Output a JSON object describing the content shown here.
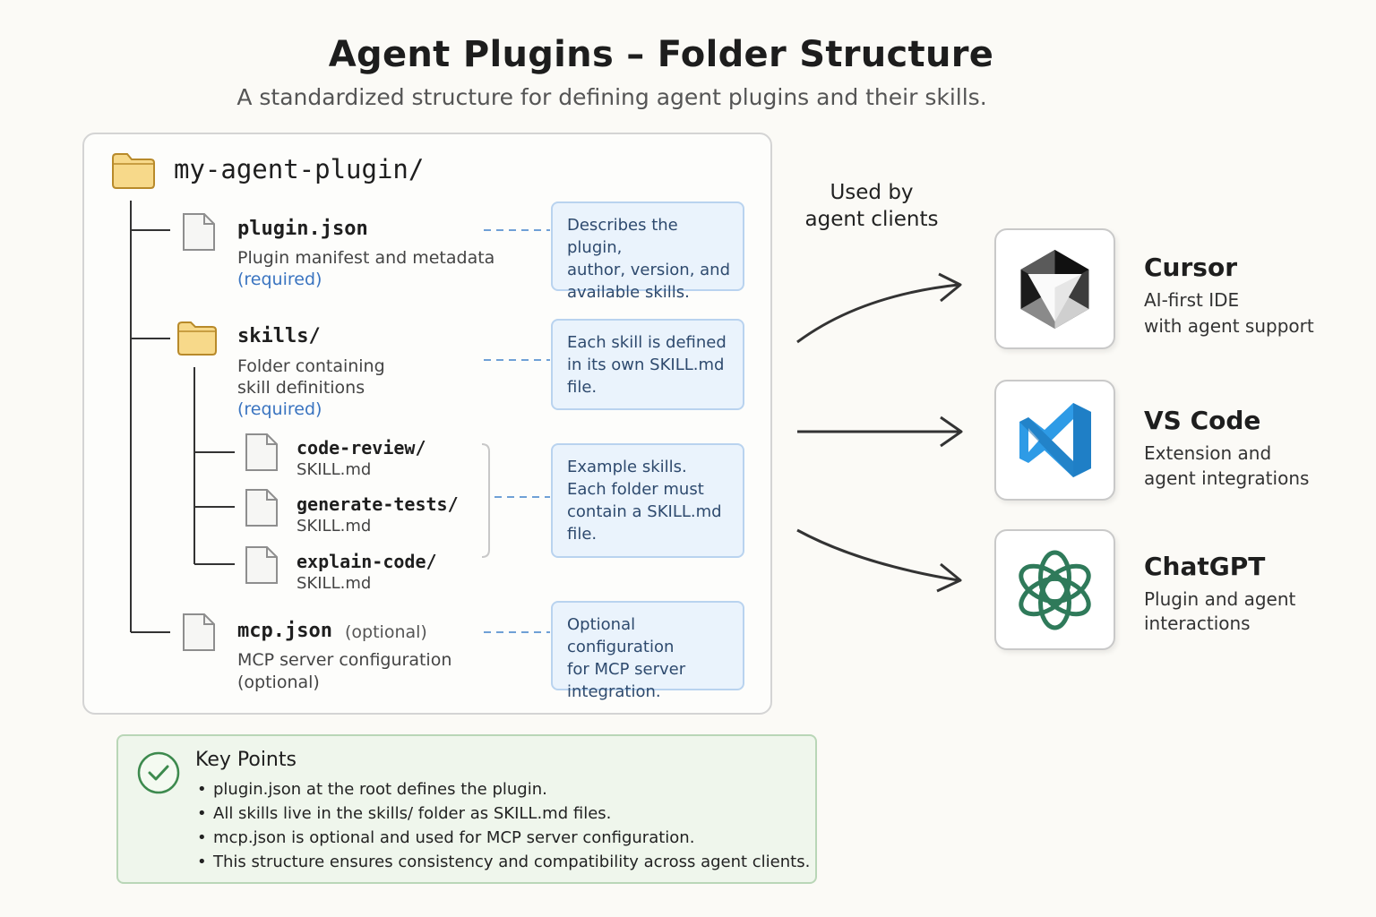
{
  "header": {
    "title": "Agent Plugins – Folder Structure",
    "subtitle": "A standardized structure for defining agent plugins and their skills."
  },
  "tree": {
    "root": "my-agent-plugin/",
    "plugin_json": {
      "name": "plugin.json",
      "desc": "Plugin manifest and metadata",
      "tag": "(required)"
    },
    "skills": {
      "name": "skills/",
      "desc_line1": "Folder containing",
      "desc_line2": "skill definitions",
      "tag": "(required)",
      "children": [
        {
          "name": "code-review/",
          "file": "SKILL.md"
        },
        {
          "name": "generate-tests/",
          "file": "SKILL.md"
        },
        {
          "name": "explain-code/",
          "file": "SKILL.md"
        }
      ]
    },
    "mcp_json": {
      "name": "mcp.json",
      "tag_inline": "(optional)",
      "desc": "MCP server configuration",
      "tag": "(optional)"
    }
  },
  "callouts": {
    "plugin": [
      "Describes the plugin,",
      "author, version, and",
      "available skills."
    ],
    "skills": [
      "Each skill is defined",
      "in its own SKILL.md",
      "file."
    ],
    "examples": [
      "Example skills.",
      "Each folder must",
      "contain a SKILL.md",
      "file."
    ],
    "mcp": [
      "Optional configuration",
      "for MCP server",
      "integration."
    ]
  },
  "used_by": {
    "line1": "Used by",
    "line2": "agent clients"
  },
  "clients": [
    {
      "name": "Cursor",
      "desc_line1": "AI-first IDE",
      "desc_line2": "with agent support",
      "icon": "cursor-logo-icon"
    },
    {
      "name": "VS Code",
      "desc_line1": "Extension and",
      "desc_line2": "agent integrations",
      "icon": "vscode-logo-icon",
      "color": "#1f8ad2"
    },
    {
      "name": "ChatGPT",
      "desc_line1": "Plugin and agent",
      "desc_line2": "interactions",
      "icon": "chatgpt-logo-icon",
      "color": "#2f7a5a"
    }
  ],
  "key_points": {
    "title": "Key Points",
    "items": [
      "plugin.json at the root defines the plugin.",
      "All skills live in the skills/ folder as SKILL.md files.",
      "mcp.json is optional and used for MCP server configuration.",
      "This structure ensures consistency and compatibility across agent clients."
    ]
  },
  "colors": {
    "folder": "#f7d98a",
    "callout_bg": "#eaf3fc",
    "callout_border": "#b9d3ef",
    "required": "#3a74c0",
    "key_bg": "#eff6ec",
    "check": "#3d8a4e"
  }
}
